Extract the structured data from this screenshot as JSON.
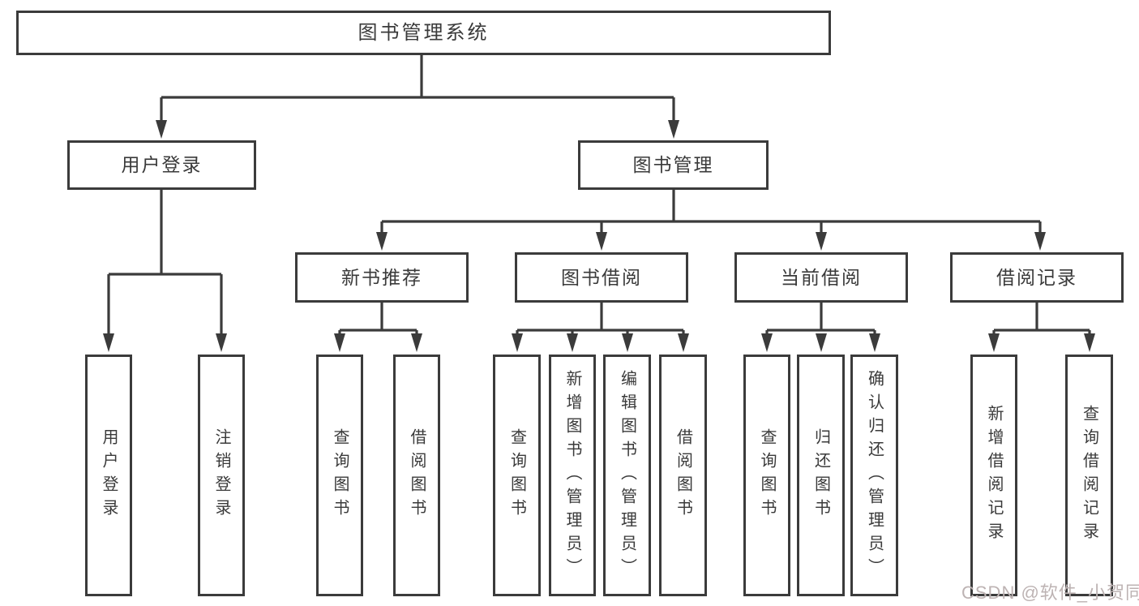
{
  "title": {
    "label": "图书管理系统"
  },
  "level2": {
    "user_login": {
      "label": "用户登录"
    },
    "book_management": {
      "label": "图书管理"
    }
  },
  "level3": {
    "new_book_recommend": {
      "label": "新书推荐"
    },
    "book_borrow": {
      "label": "图书借阅"
    },
    "current_borrow": {
      "label": "当前借阅"
    },
    "borrow_records": {
      "label": "借阅记录"
    }
  },
  "leaves": {
    "user_login": "用户登录",
    "logout": "注销登录",
    "nb_query_books": "查询图书",
    "nb_borrow_books": "借阅图书",
    "bb_query_books": "查询图书",
    "bb_add_books": "新增图书（管理员）",
    "bb_edit_books": "编辑图书（管理员）",
    "bb_borrow_books": "借阅图书",
    "cb_query_books": "查询图书",
    "cb_return_books": "归还图书",
    "cb_confirm_return": "确认归还（管理员）",
    "rec_add_record": "新增借阅记录",
    "rec_query_record": "查询借阅记录"
  },
  "watermark": {
    "text": "CSDN @软件_小贺同学"
  },
  "colors": {
    "line": "#3b3b3b",
    "text": "#3a3a3a",
    "watermark": "#bdb3b3",
    "background": "#ffffff"
  }
}
